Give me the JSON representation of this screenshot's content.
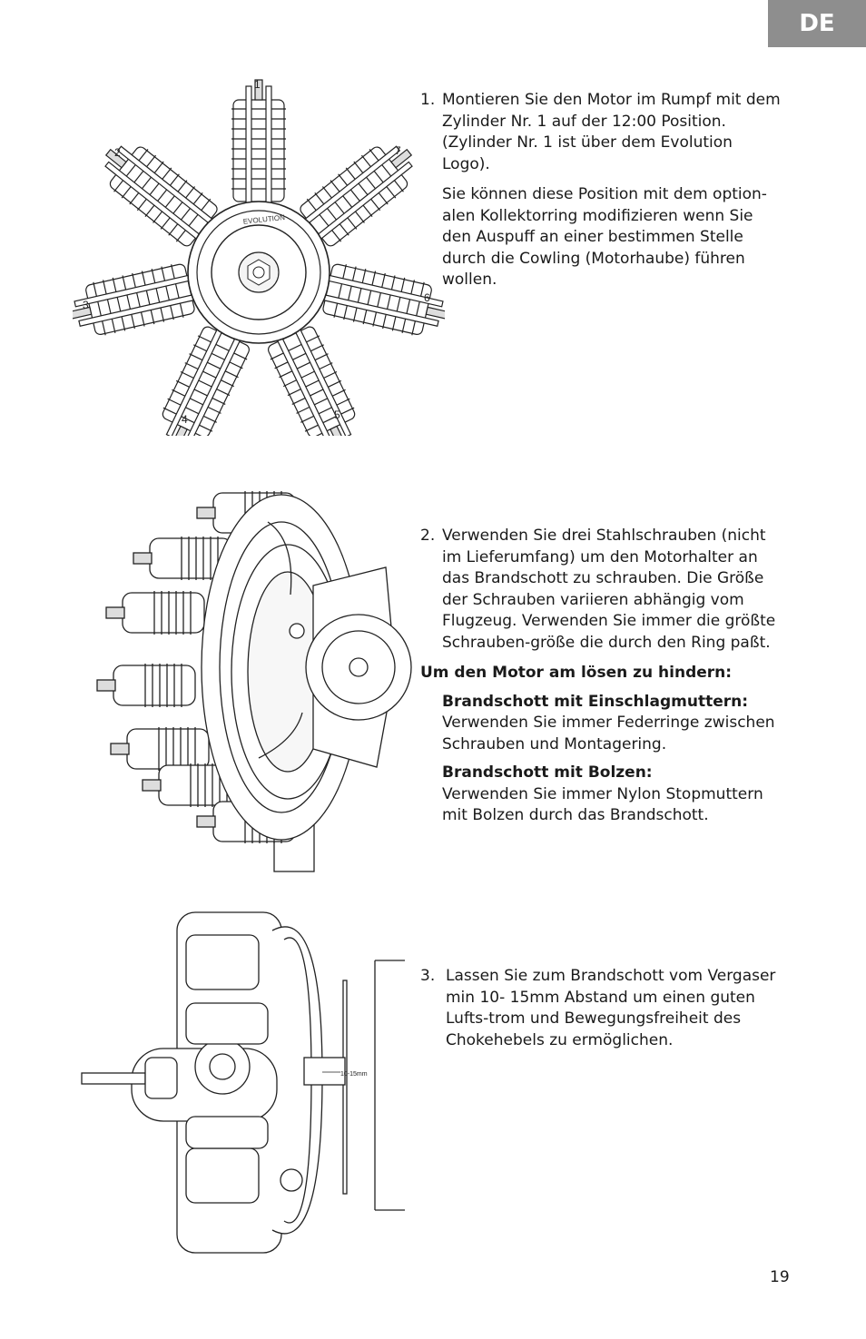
{
  "tab": "DE",
  "page_number": "19",
  "figure1": {
    "cylinder_labels": [
      "1",
      "2",
      "3",
      "4",
      "5",
      "6",
      "7"
    ],
    "logo_text": "EVOLUTION"
  },
  "figure3": {
    "measure_label": "10-15mm"
  },
  "step1": {
    "num": "1.",
    "p1": "Montieren Sie den Motor im Rumpf mit dem Zylinder Nr. 1 auf der 12:00 Position. (Zylinder Nr. 1 ist über dem Evolution Logo).",
    "p2": "Sie können diese Position mit dem option-alen Kollektorring modifizieren wenn Sie den Auspuff an einer bestimmen Stelle durch die Cowling (Motorhaube) führen wollen."
  },
  "step2": {
    "num": "2.",
    "p1": "Verwenden Sie drei Stahlschrauben (nicht im Lieferumfang) um den Motorhalter an das Brandschott zu schrauben. Die Größe der Schrauben variieren abhängig vom Flugzeug. Verwenden Sie immer die größte Schrauben-größe die durch den Ring paßt.",
    "heading": "Um den Motor am lösen zu hindern:",
    "sub1_title": "Brandschott mit Einschlagmuttern:",
    "sub1_text": "Verwenden Sie immer Federringe zwischen Schrauben und Montagering.",
    "sub2_title": "Brandschott mit Bolzen:",
    "sub2_text": "Verwenden Sie immer Nylon Stopmuttern mit Bolzen durch das Brandschott."
  },
  "step3": {
    "num": "3.",
    "p1": "Lassen Sie zum Brandschott vom Vergaser min 10- 15mm Abstand um einen guten Lufts-trom und Bewegungsfreiheit des Chokehebels zu ermöglichen."
  }
}
